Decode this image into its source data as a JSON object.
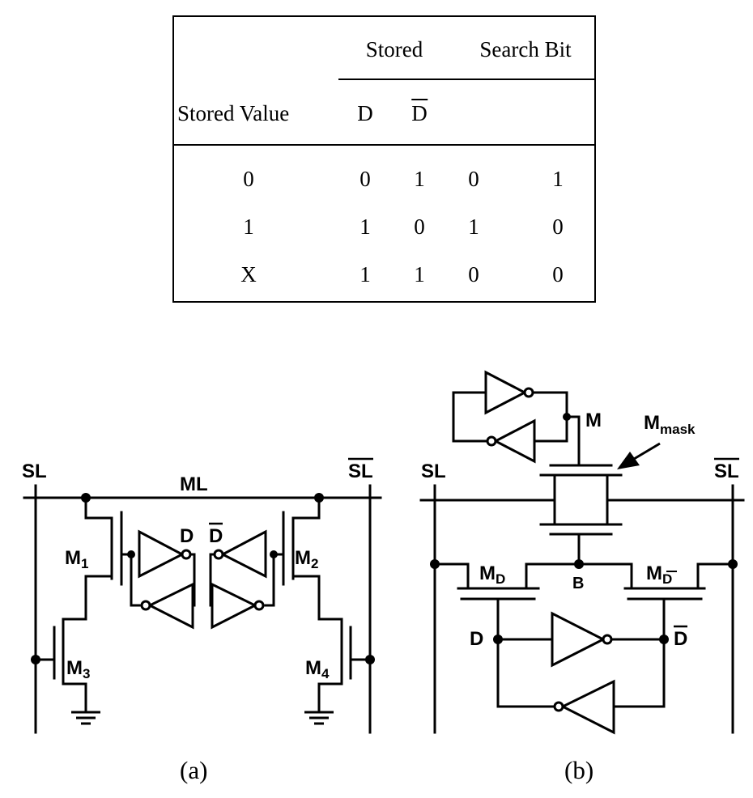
{
  "table": {
    "group_headers": {
      "stored": "Stored",
      "search": "Search Bit"
    },
    "row_header": "Stored Value",
    "sub_headers": {
      "d": "D",
      "dbar": "D"
    },
    "rows": [
      {
        "value": "0",
        "d": "0",
        "dbar": "1",
        "s": "0",
        "sbar": "1"
      },
      {
        "value": "1",
        "d": "1",
        "dbar": "0",
        "s": "1",
        "sbar": "0"
      },
      {
        "value": "X",
        "d": "1",
        "dbar": "1",
        "s": "0",
        "sbar": "0"
      }
    ]
  },
  "circuit_a": {
    "caption": "(a)",
    "sl": "SL",
    "slbar": "SL",
    "ml": "ML",
    "node_d": "D",
    "node_dbar": "D",
    "transistors": {
      "m1": {
        "name": "M",
        "sub": "1"
      },
      "m2": {
        "name": "M",
        "sub": "2"
      },
      "m3": {
        "name": "M",
        "sub": "3"
      },
      "m4": {
        "name": "M",
        "sub": "4"
      }
    }
  },
  "circuit_b": {
    "caption": "(b)",
    "sl": "SL",
    "slbar": "SL",
    "node_m": "M",
    "node_b": "B",
    "node_d": "D",
    "node_dbar": "D",
    "mmask": {
      "name": "M",
      "sub": "mask"
    },
    "md": {
      "name": "M",
      "sub": "D"
    },
    "mdbar": {
      "name": "M",
      "sub": "D"
    }
  }
}
